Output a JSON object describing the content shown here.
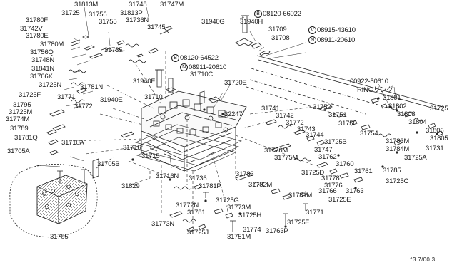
{
  "diagram": {
    "footer_code": "^3 7/00 3",
    "prefix_symbols": {
      "bolt": "B",
      "washer": "V",
      "nut": "N"
    },
    "callouts": {
      "31813M": "31813M",
      "31748": "31748",
      "31747M": "31747M",
      "31725_top": "31725",
      "31756": "31756",
      "31813P": "31813P",
      "31780F": "31780F",
      "31755": "31755",
      "31736N": "31736N",
      "31742V": "31742V",
      "31745": "31745",
      "31780E": "31780E",
      "31780M": "31780M",
      "31735": "31735",
      "31756Q": "31756Q",
      "31748N": "31748N",
      "31841N": "31841N",
      "31766X": "31766X",
      "31725N": "31725N",
      "31781N": "31781N",
      "31725F_left": "31725F",
      "31771_left": "31771",
      "31940E": "31940E",
      "31795": "31795",
      "31772_left": "31772",
      "31725M": "31725M",
      "31774M": "31774M",
      "31789": "31789",
      "31781Q": "31781Q",
      "31710A": "31710A",
      "31705A": "31705A",
      "31705B": "31705B",
      "31705": "31705",
      "31716": "31716",
      "31715": "31715",
      "31716N": "31716N",
      "31829": "31829",
      "31940G": "31940G",
      "31940H": "31940H",
      "08120_66022": "08120-66022",
      "31709": "31709",
      "31708": "31708",
      "08915_43610": "08915-43610",
      "08911_20610_right": "08911-20610",
      "08120_64522": "08120-64522",
      "08911_20610_left": "08911-20610",
      "31710C": "31710C",
      "31940F": "31940F",
      "31720E": "31720E",
      "31710": "31710",
      "32247": "32247",
      "00922_50610": "00922-50610",
      "ring_note": "RINGリング",
      "31801": "31801",
      "31802": "31802",
      "31725_right": "31725",
      "31803": "31803",
      "31804": "31804",
      "31806": "31806",
      "31805": "31805",
      "31741": "31741",
      "31752": "31752",
      "31751": "31751",
      "31742": "31742",
      "31772_mid": "31772",
      "31750": "31750",
      "31743": "31743",
      "31744": "31744",
      "31754": "31754",
      "31783M": "31783M",
      "31725B": "31725B",
      "31784M": "31784M",
      "31731": "31731",
      "31776M": "31776M",
      "31775M": "31775M",
      "31747": "31747",
      "31725A": "31725A",
      "31762": "31762",
      "31760": "31760",
      "31785": "31785",
      "31725D": "31725D",
      "31778": "31778",
      "31761": "31761",
      "31725C": "31725C",
      "31776": "31776",
      "31783": "31783",
      "31782M": "31782M",
      "31766": "31766",
      "31763": "31763",
      "31725E": "31725E",
      "31736": "31736",
      "31781P": "31781P",
      "31725G": "31725G",
      "31781M": "31781M",
      "31772N": "31772N",
      "31773M": "31773M",
      "31781": "31781",
      "31725H": "31725H",
      "31771_bottom": "31771",
      "31725F_bottom": "31725F",
      "31773N": "31773N",
      "31774": "31774",
      "31763P": "31763P",
      "31725J": "31725J",
      "31751M": "31751M"
    }
  }
}
